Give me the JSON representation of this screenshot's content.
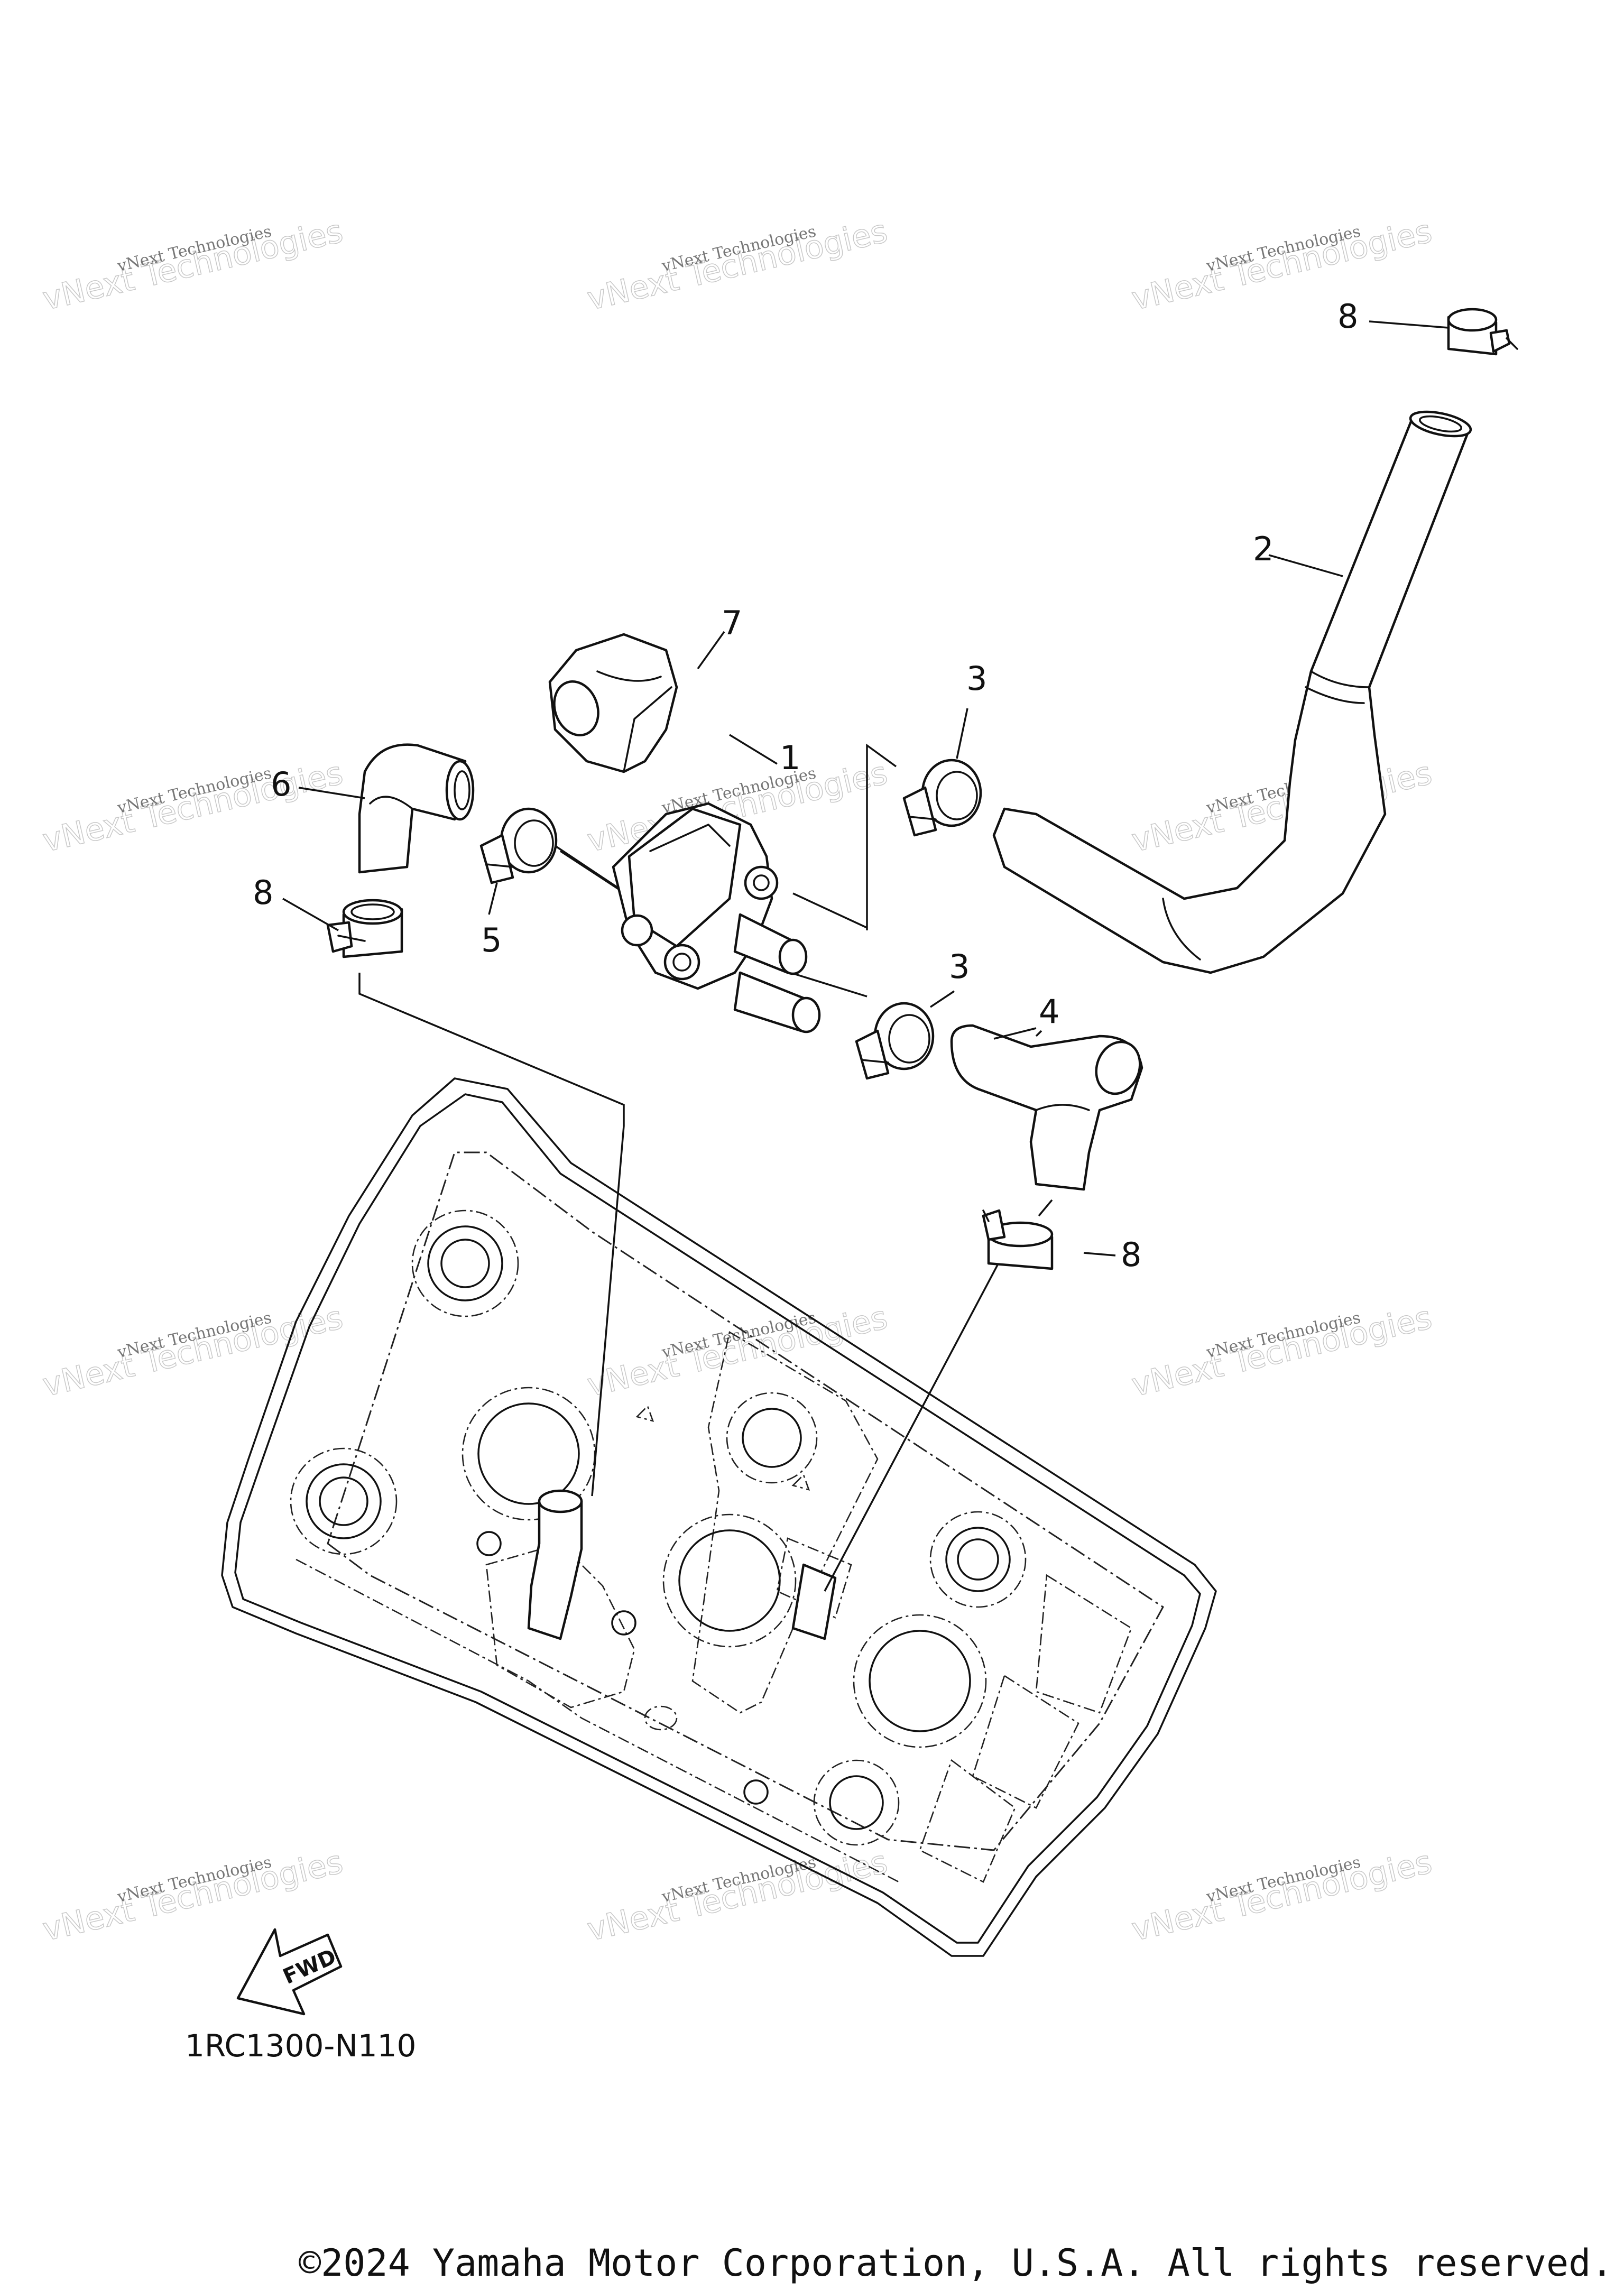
{
  "diagram_code": "1RC1300-N110",
  "copyright": "©2024 Yamaha Motor Corporation, U.S.A. All rights reserved.",
  "fwd_label": "FWD",
  "watermark": {
    "line1": "vNext Technologies",
    "line2": "vNext Technologies"
  },
  "callouts": [
    {
      "id": "callout-1",
      "text": "1"
    },
    {
      "id": "callout-2",
      "text": "2"
    },
    {
      "id": "callout-3-upper",
      "text": "3"
    },
    {
      "id": "callout-3-lower",
      "text": "3"
    },
    {
      "id": "callout-4",
      "text": "4"
    },
    {
      "id": "callout-5",
      "text": "5"
    },
    {
      "id": "callout-6",
      "text": "6"
    },
    {
      "id": "callout-7",
      "text": "7"
    },
    {
      "id": "callout-8-top",
      "text": "8"
    },
    {
      "id": "callout-8-left",
      "text": "8"
    },
    {
      "id": "callout-8-lower",
      "text": "8"
    }
  ]
}
